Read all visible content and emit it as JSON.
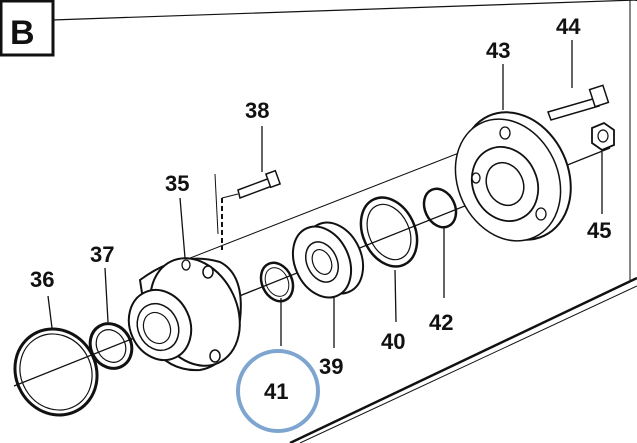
{
  "diagram": {
    "section_label": "B",
    "highlight_color": "#7ea5cf",
    "parts": [
      {
        "id": "p36",
        "label": "36"
      },
      {
        "id": "p37",
        "label": "37"
      },
      {
        "id": "p35",
        "label": "35"
      },
      {
        "id": "p38",
        "label": "38"
      },
      {
        "id": "p41",
        "label": "41"
      },
      {
        "id": "p39",
        "label": "39"
      },
      {
        "id": "p40",
        "label": "40"
      },
      {
        "id": "p42",
        "label": "42"
      },
      {
        "id": "p43",
        "label": "43"
      },
      {
        "id": "p44",
        "label": "44"
      },
      {
        "id": "p45",
        "label": "45"
      }
    ],
    "highlighted_part": "41"
  }
}
